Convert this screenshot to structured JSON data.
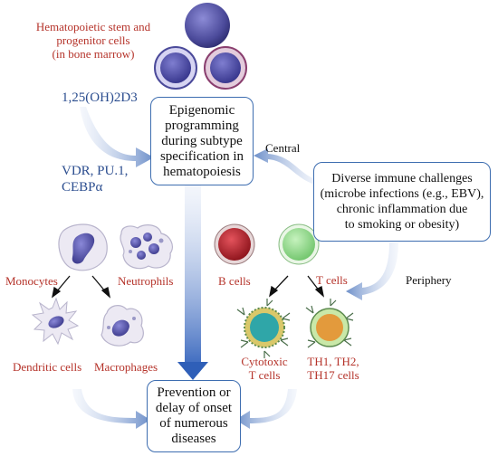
{
  "stem_cells": {
    "label_line1": "Hematopoietic stem and",
    "label_line2": "progenitor cells",
    "label_line3": "(in bone marrow)"
  },
  "vitamin_d": "1,25(OH)2D3",
  "transcription_factors": {
    "line1": "VDR, PU.1,",
    "line2": "CEBPα"
  },
  "central_box": {
    "line1": "Epigenomic",
    "line2": "programming",
    "line3": "during subtype",
    "line4": "specification in",
    "line5": "hematopoiesis"
  },
  "central_label": "Central",
  "periphery_label": "Periphery",
  "challenges_box": {
    "line1": "Diverse immune challenges",
    "line2": "(microbe infections (e.g., EBV),",
    "line3": "chronic inflammation due",
    "line4": "to smoking or obesity)"
  },
  "cells": {
    "monocytes": "Monocytes",
    "neutrophils": "Neutrophils",
    "b_cells": "B cells",
    "t_cells": "T cells",
    "dendritic_cells": "Dendritic cells",
    "macrophages": "Macrophages",
    "cytotoxic_line1": "Cytotoxic",
    "cytotoxic_line2": "T cells",
    "th_line1": "TH1, TH2,",
    "th_line2": "TH17 cells"
  },
  "outcome_box": {
    "line1": "Prevention or",
    "line2": "delay of onset",
    "line3": "of numerous",
    "line4": "diseases"
  },
  "colors": {
    "box_border": "#3d6db0",
    "flow_arrow": "#6d8fc9",
    "label_red": "#b5332a",
    "label_blue": "#2b4d8f",
    "stem_cell": "#4b4a9a",
    "b_cell": "#b3202a",
    "t_cell": "#6fc46a"
  }
}
